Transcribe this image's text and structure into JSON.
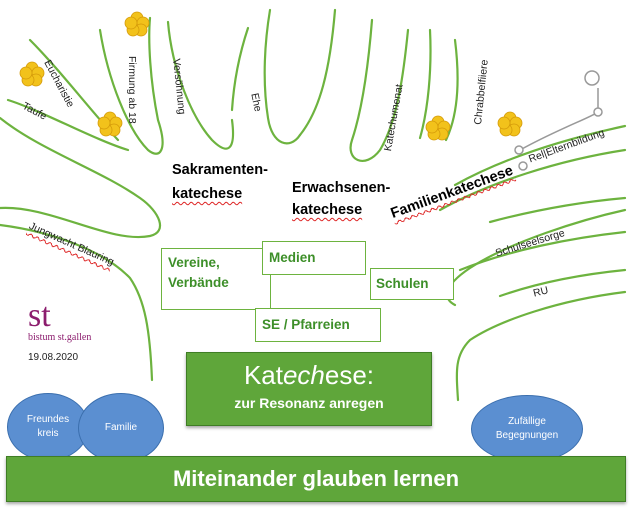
{
  "hand_labels": {
    "taufe": "Taufe",
    "eucharistie": "Eucharistie",
    "firmung": "Firmung ab 18",
    "versoehnung": "Versöhnung",
    "ehe": "Ehe",
    "katechumenat": "Katechumenat",
    "chrabbelfiiere": "Chrabbelfiiere",
    "rel_elternbildung": "Rel|Elternbildung",
    "schulseelsorge": "Schulseelsorge",
    "ru": "RU",
    "jungwacht": "Jungwacht Blauring"
  },
  "headings": {
    "sakramenten_line1": "Sakramenten-",
    "sakramenten_line2": "katechese",
    "erwachsenen_line1": "Erwachsenen-",
    "erwachsenen_line2": "katechese",
    "familien": "Familienkatechese"
  },
  "boxes": {
    "vereine_line1": "Vereine,",
    "vereine_line2": "Verbände",
    "medien": "Medien",
    "schulen": "Schulen",
    "se_pfarreien": "SE / Pfarreien"
  },
  "logo": {
    "mark": "st",
    "name": "bistum st.gallen",
    "date": "19.08.2020"
  },
  "center_banner": {
    "title_pre": "Kat",
    "title_italic": "ech",
    "title_post": "ese:",
    "subtitle": "zur Resonanz anregen"
  },
  "bubbles": {
    "freundeskreis_line1": "Freundes",
    "freundeskreis_line2": "kreis",
    "familie": "Familie",
    "zufaellige_line1": "Zufällige",
    "zufaellige_line2": "Begegnungen"
  },
  "bottom_banner": {
    "text": "Miteinander glauben lernen"
  },
  "colors": {
    "accent_green": "#5fa63a",
    "line_green": "#6db33f",
    "flower_yellow": "#f2c21b",
    "bubble_blue": "#5b8fd1",
    "logo_purple": "#8c1d6e"
  }
}
